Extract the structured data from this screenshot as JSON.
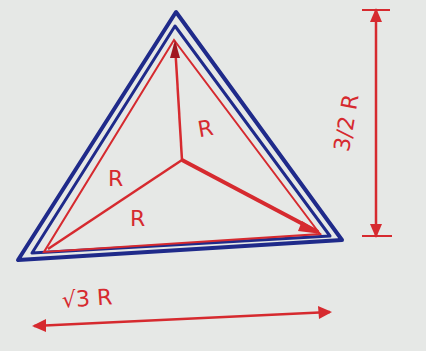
{
  "diagram": {
    "labels": [
      "R",
      "R",
      "R",
      "3/2 R",
      "√3 R"
    ]
  }
}
